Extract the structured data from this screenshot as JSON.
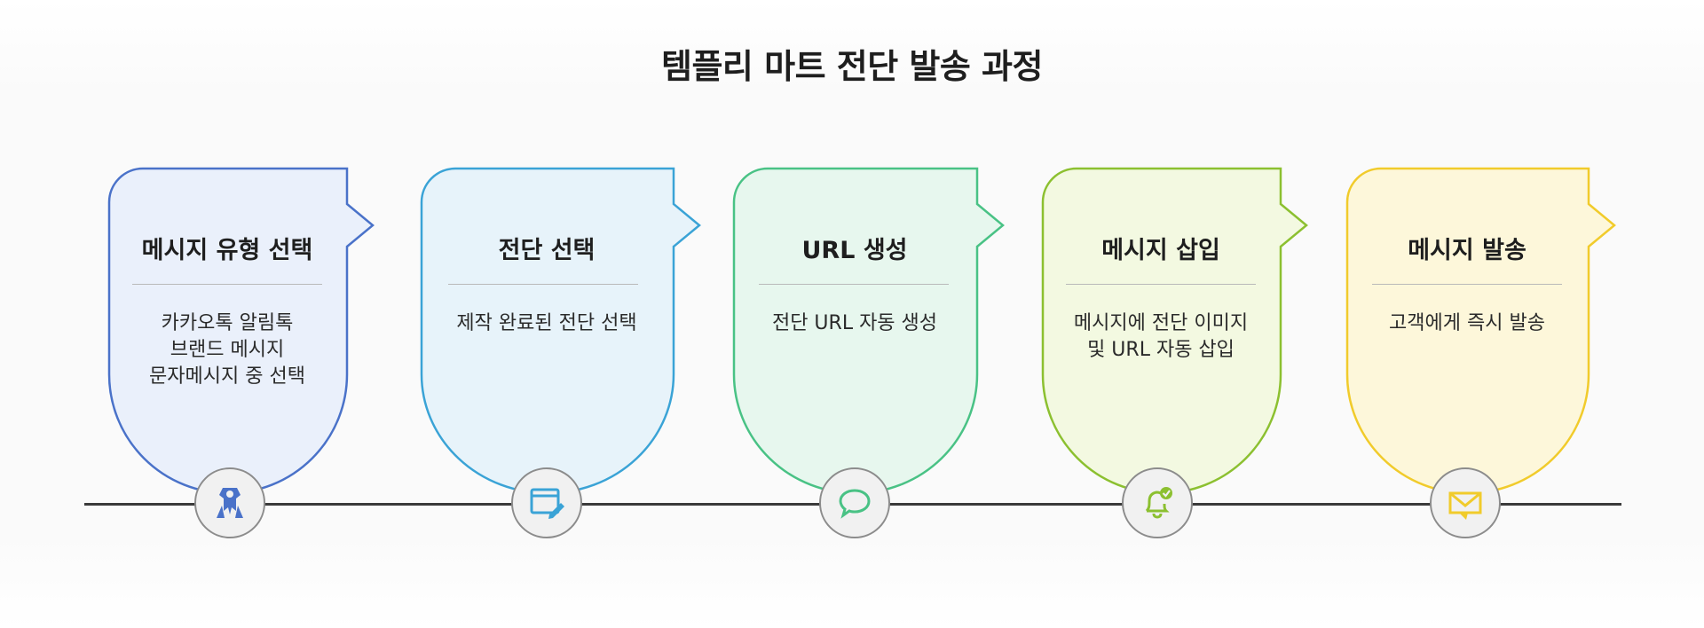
{
  "title": "템플리 마트 전단 발송 과정",
  "steps": [
    {
      "heading": "메시지 유형 선택",
      "description": [
        "카카오톡 알림톡",
        "브랜드 메시지",
        "문자메시지 중 선택"
      ],
      "icon": "person-ui-icon",
      "stroke": "#4a72c9",
      "fill": "#eaf0fb"
    },
    {
      "heading": "전단 선택",
      "description": [
        "제작 완료된 전단 선택"
      ],
      "icon": "edit-window-icon",
      "stroke": "#3aa3d6",
      "fill": "#e7f3fa"
    },
    {
      "heading": "URL 생성",
      "description": [
        "전단 URL 자동 생성"
      ],
      "icon": "speech-bubble-icon",
      "stroke": "#49c285",
      "fill": "#e7f7ee"
    },
    {
      "heading": "메시지 삽입",
      "description": [
        "메시지에 전단 이미지",
        "및 URL 자동 삽입"
      ],
      "icon": "bell-check-icon",
      "stroke": "#8cc030",
      "fill": "#f3f9e1"
    },
    {
      "heading": "메시지 발송",
      "description": [
        "고객에게 즉시 발송"
      ],
      "icon": "envelope-icon",
      "stroke": "#f1cb2b",
      "fill": "#fdf7da"
    }
  ]
}
